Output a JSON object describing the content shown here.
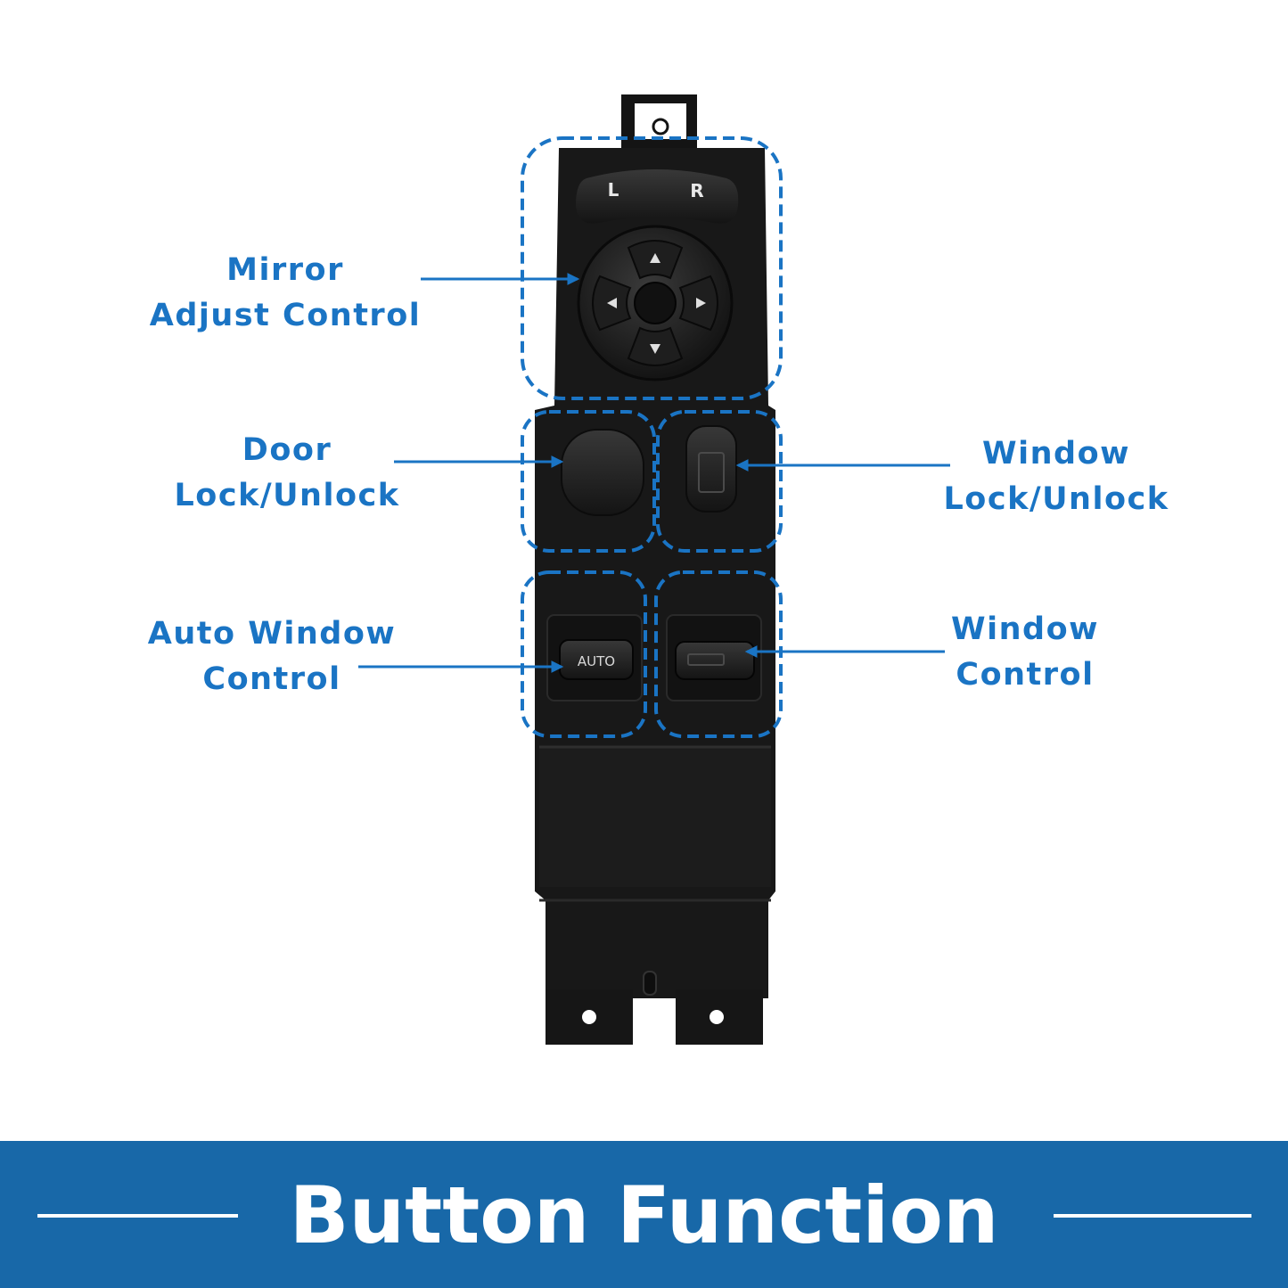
{
  "diagram": {
    "mirror_switch": {
      "left_key": "L",
      "right_key": "R"
    },
    "auto_button_text": "AUTO",
    "callouts": [
      {
        "id": "mirror-adjust",
        "lines": [
          "Mirror",
          "Adjust Control"
        ]
      },
      {
        "id": "door-lock",
        "lines": [
          "Door",
          "Lock/Unlock"
        ]
      },
      {
        "id": "window-lock",
        "lines": [
          "Window",
          "Lock/Unlock"
        ]
      },
      {
        "id": "auto-window",
        "lines": [
          "Auto Window",
          "Control"
        ]
      },
      {
        "id": "window-control",
        "lines": [
          "Window",
          "Control"
        ]
      }
    ]
  },
  "banner": {
    "title": "Button Function"
  },
  "colors": {
    "accent": "#1a74c4",
    "banner": "#1868a8",
    "panel": "#161616"
  }
}
